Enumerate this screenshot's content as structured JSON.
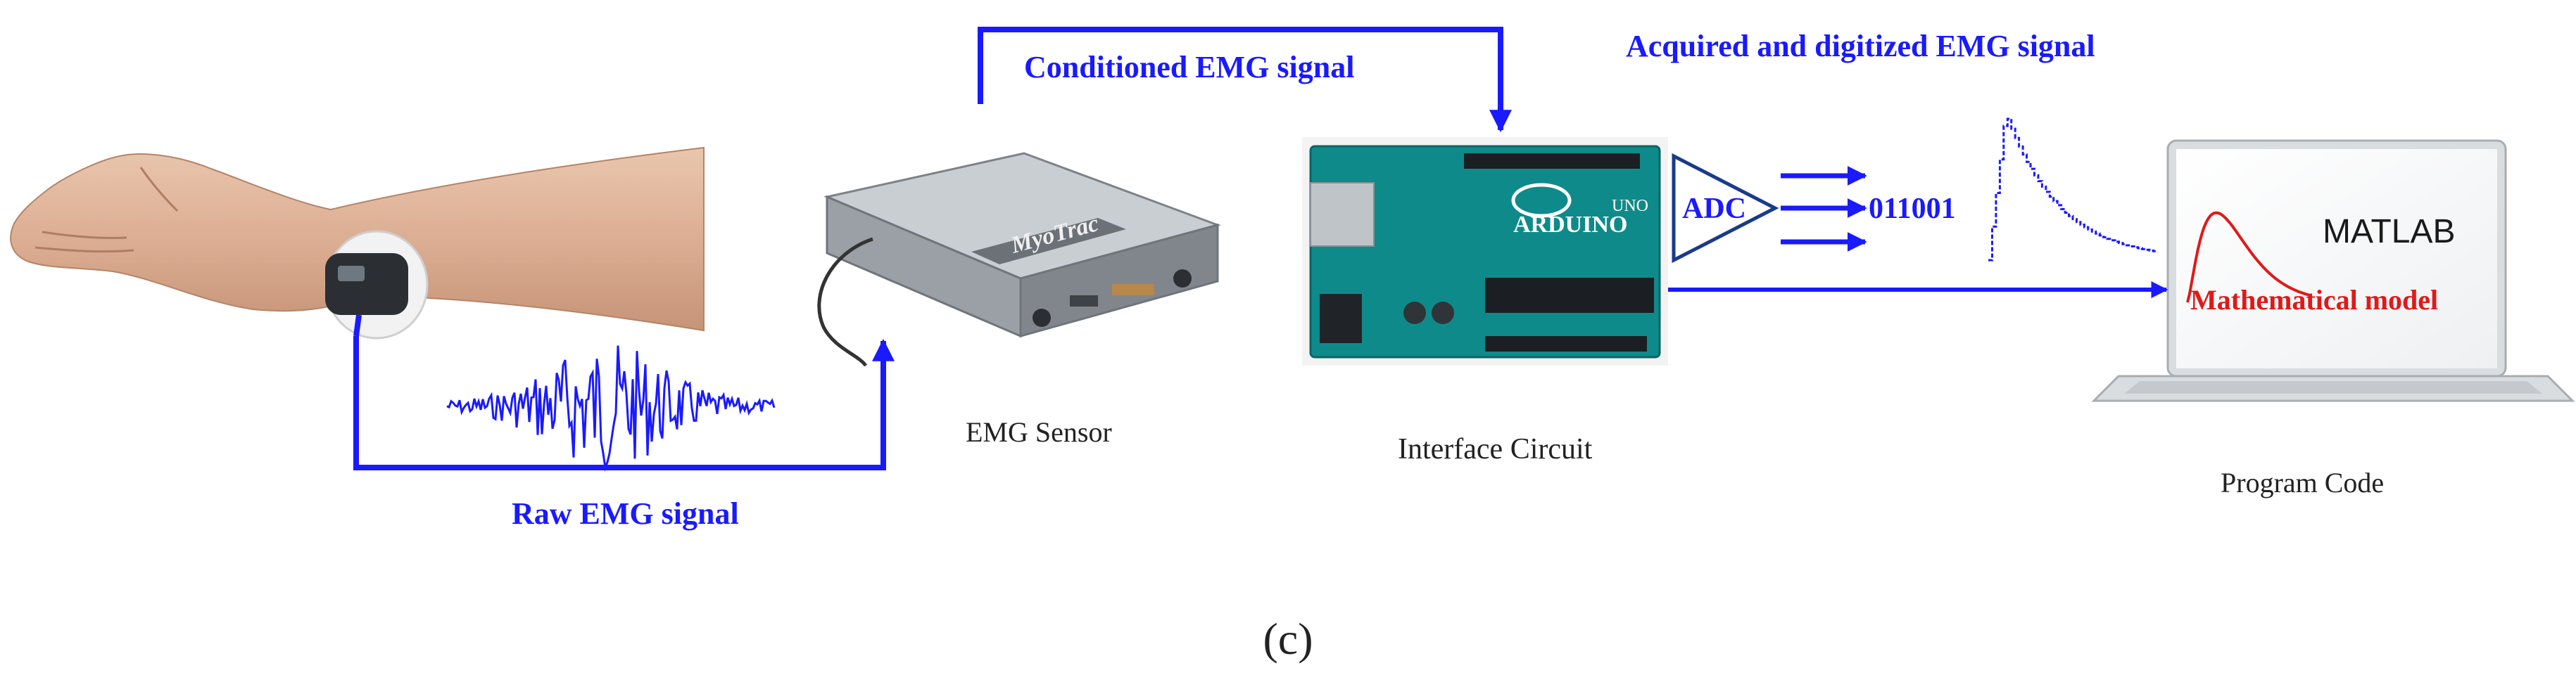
{
  "labels": {
    "raw_signal": "Raw EMG signal",
    "conditioned_signal": "Conditioned EMG signal",
    "acquired_signal": "Acquired and digitized EMG signal",
    "adc": "ADC",
    "binary": "011001",
    "matlab": "MATLAB",
    "math_model": "Mathematical model",
    "panel": "(c)"
  },
  "device_text": {
    "myotrac": "MyoTrac",
    "arduino_uno": "UNO",
    "arduino_brand": "ARDUINO"
  },
  "captions": {
    "emg_sensor": "EMG Sensor",
    "interface_circuit": "Interface Circuit",
    "program_code": "Program Code"
  },
  "colors": {
    "signal_blue": "#1a1aff",
    "model_red": "#e11919",
    "board_green": "#0f8a8a",
    "sensor_grey": "#8e9499"
  }
}
